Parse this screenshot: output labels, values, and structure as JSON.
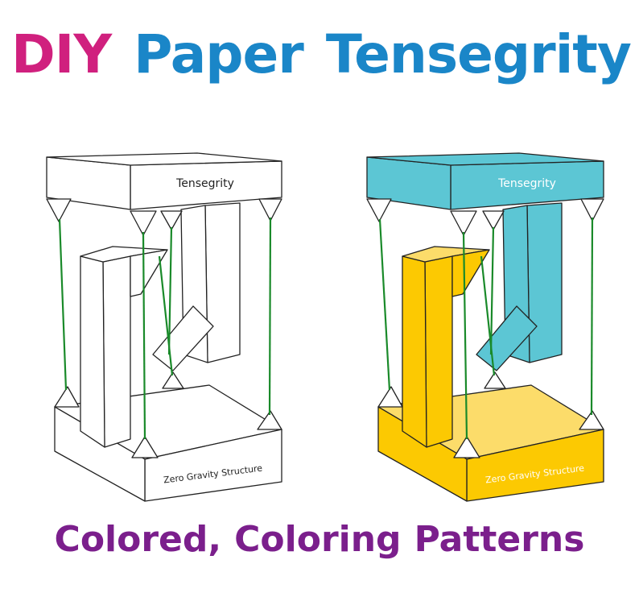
{
  "title": {
    "word1": "DIY",
    "word2": "Paper",
    "word3": "Tensegrity",
    "color1": "#d0207e",
    "color2": "#1a86c8"
  },
  "subtitle": {
    "word1": "Colored,",
    "word2": "Coloring",
    "word3": "Patterns",
    "color": "#7b1f8c"
  },
  "models": {
    "outline": {
      "top_label": "Tensegrity",
      "base_label": "Zero Gravity Structure"
    },
    "colored": {
      "top_label": "Tensegrity",
      "base_label": "Zero Gravity Structure",
      "top_color": "#5cc6d4",
      "base_color": "#fcc902",
      "base_top_color": "#fcdc6a",
      "string_color": "#1a8a2a"
    }
  }
}
